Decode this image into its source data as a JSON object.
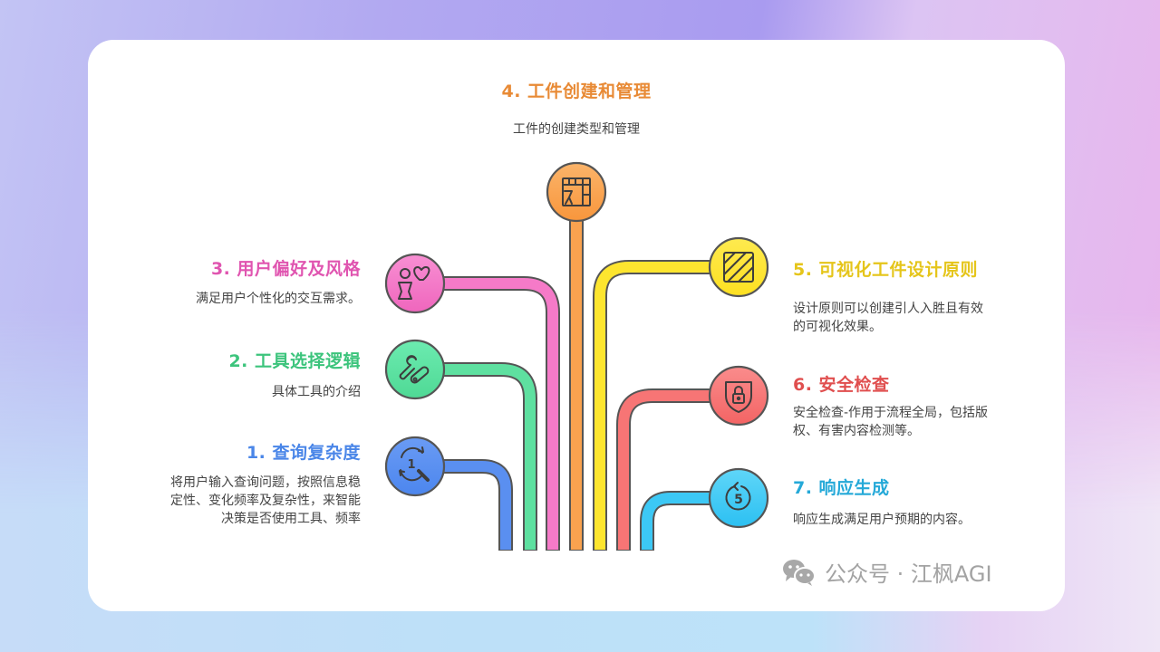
{
  "diagram": {
    "type": "pipeline-infographic",
    "stages": [
      {
        "id": 1,
        "title": "1. 查询复杂度",
        "description": "将用户输入查询问题，按照信息稳定性、变化频率及复杂性，来智能决策是否使用工具、频率",
        "desc_lines": [
          "将用户输入查询问题，按照信息稳",
          "定性、变化频率及复杂性，来智能",
          "决策是否使用工具、频率"
        ],
        "icon": "query-cycle-magnifier-icon",
        "color": "#5a8ff0",
        "title_color": "#4a86e8"
      },
      {
        "id": 2,
        "title": "2. 工具选择逻辑",
        "description": "具体工具的介绍",
        "icon": "wrench-tools-icon",
        "color": "#5ee0a0",
        "title_color": "#3cc47c"
      },
      {
        "id": 3,
        "title": "3. 用户偏好及风格",
        "description": "满足用户个性化的交互需求。",
        "icon": "person-heart-icon",
        "color": "#f57ac8",
        "title_color": "#e055b0"
      },
      {
        "id": 4,
        "title": "4. 工件创建和管理",
        "description": "工件的创建类型和管理",
        "icon": "artifact-layout-icon",
        "color": "#f9a24f",
        "title_color": "#e88a35"
      },
      {
        "id": 5,
        "title": "5. 可视化工件设计原则",
        "description": "设计原则可以创建引人入胜且有效的可视化效果。",
        "desc_lines": [
          "设计原则可以创建引人入胜且有效",
          "的可视化效果。"
        ],
        "icon": "hatched-square-icon",
        "color": "#fde52f",
        "title_color": "#e5c51a"
      },
      {
        "id": 6,
        "title": "6. 安全检查",
        "description": "安全检查-作用于流程全局，包括版权、有害内容检测等。",
        "desc_lines": [
          "安全检查-作用于流程全局，包括版",
          "权、有害内容检测等。"
        ],
        "icon": "shield-lock-icon",
        "color": "#f77575",
        "title_color": "#e04f4f"
      },
      {
        "id": 7,
        "title": "7. 响应生成",
        "description": "响应生成满足用户预期的内容。",
        "icon": "replay-five-icon",
        "color": "#3cc8f5",
        "title_color": "#25a9d8"
      }
    ]
  },
  "watermark": {
    "icon": "wechat-icon",
    "text": "公众号 · 江枫AGI"
  },
  "colors": {
    "outline": "#555555",
    "description_text": "#444444",
    "watermark_text": "#a3a3a3"
  }
}
